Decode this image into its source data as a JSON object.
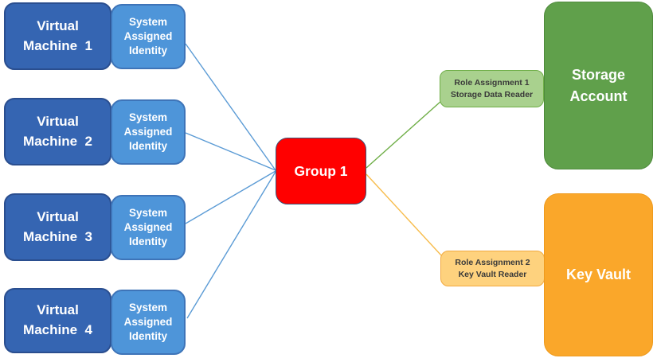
{
  "diagram": {
    "rows": [
      {
        "vm1": "Virtual",
        "vm2": "Machine  1",
        "id1": "System",
        "id2": "Assigned",
        "id3": "Identity"
      },
      {
        "vm1": "Virtual",
        "vm2": "Machine  2",
        "id1": "System",
        "id2": "Assigned",
        "id3": "Identity"
      },
      {
        "vm1": "Virtual",
        "vm2": "Machine  3",
        "id1": "System",
        "id2": "Assigned",
        "id3": "Identity"
      },
      {
        "vm1": "Virtual",
        "vm2": "Machine  4",
        "id1": "System",
        "id2": "Assigned",
        "id3": "Identity"
      }
    ],
    "group": {
      "label": "Group 1"
    },
    "role_assignment_storage": {
      "line1": "Role Assignment 1",
      "line2": "Storage Data Reader"
    },
    "role_assignment_keyvault": {
      "line1": "Role Assignment 2",
      "line2": "Key Vault Reader"
    },
    "storage_account": {
      "line1": "Storage",
      "line2": "Account"
    },
    "key_vault": {
      "label": "Key Vault"
    }
  },
  "colors": {
    "vm_fill": "#3565B2",
    "vm_border": "#2A4E8F",
    "identity_fill": "#4E95D9",
    "identity_border": "#3E74B8",
    "group_fill": "#FF0000",
    "group_border": "#3A5275",
    "storage_fill": "#60A04B",
    "keyvault_fill": "#FAA72A",
    "role_storage_fill": "#A9D18E",
    "role_storage_border": "#6FAE47",
    "role_keyvault_fill": "#FED27E",
    "role_keyvault_border": "#F2A93E",
    "connector_blue": "#5B9BD5",
    "connector_green": "#6FAE47",
    "connector_orange": "#F7BC4C",
    "background": "#FFFFFF"
  }
}
